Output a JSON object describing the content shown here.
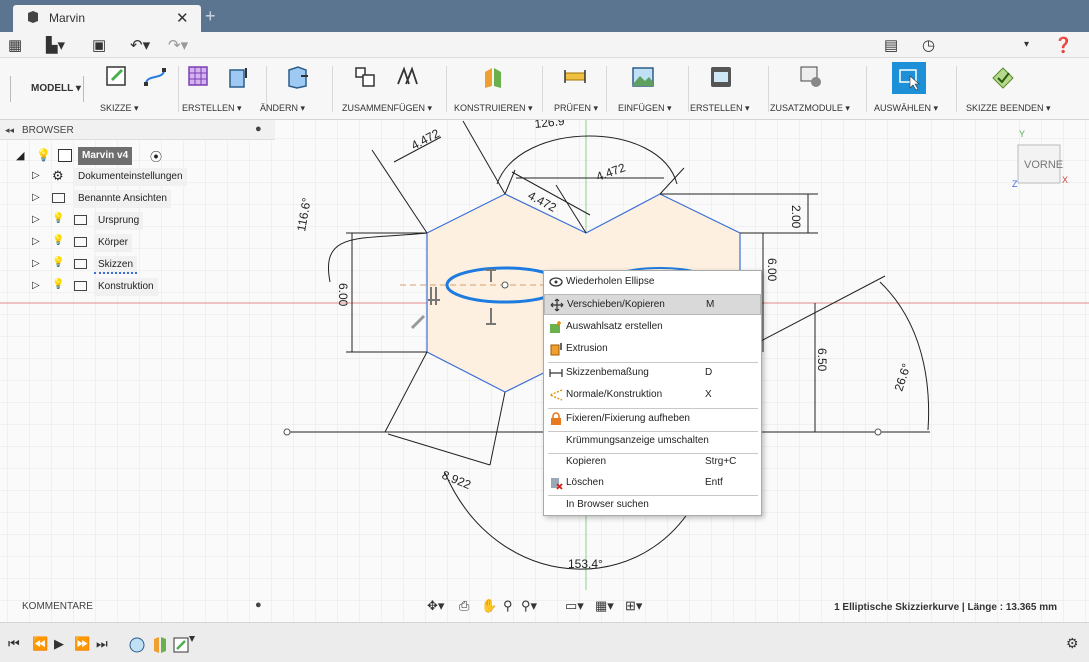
{
  "window": {
    "tab_title": "Marvin",
    "tab_close": "✕",
    "tab_add": "+"
  },
  "ribbon": {
    "workspace": "MODELL ▾",
    "groups": [
      "SKIZZE ▾",
      "ERSTELLEN ▾",
      "ÄNDERN ▾",
      "ZUSAMMENFÜGEN ▾",
      "KONSTRUIEREN ▾",
      "PRÜFEN ▾",
      "EINFÜGEN ▾",
      "ERSTELLEN ▾",
      "ZUSATZMODULE ▾",
      "AUSWÄHLEN ▾",
      "SKIZZE BEENDEN ▾"
    ]
  },
  "browser": {
    "title": "BROWSER",
    "root": "Marvin v4",
    "items": [
      "Dokumenteinstellungen",
      "Benannte Ansichten",
      "Ursprung",
      "Körper",
      "Skizzen",
      "Konstruktion"
    ]
  },
  "context_menu": {
    "items": [
      {
        "label": "Wiederholen Ellipse",
        "shortcut": ""
      },
      {
        "label": "Verschieben/Kopieren",
        "shortcut": "M"
      },
      {
        "label": "Auswahlsatz erstellen",
        "shortcut": ""
      },
      {
        "label": "Extrusion",
        "shortcut": ""
      },
      {
        "label": "Skizzenbemaßung",
        "shortcut": "D"
      },
      {
        "label": "Normale/Konstruktion",
        "shortcut": "X"
      },
      {
        "label": "Fixieren/Fixierung aufheben",
        "shortcut": ""
      },
      {
        "label": "Krümmungsanzeige umschalten",
        "shortcut": ""
      },
      {
        "label": "Kopieren",
        "shortcut": "Strg+C"
      },
      {
        "label": "Löschen",
        "shortcut": "Entf"
      },
      {
        "label": "In Browser suchen",
        "shortcut": ""
      }
    ]
  },
  "dimensions": {
    "d1": "4.472",
    "d2": "126.9",
    "d3": "4.472",
    "d4": "4.472",
    "d5": "116.6°",
    "d6": "2.00",
    "d7": "6.00",
    "d8": "6.00",
    "d9": "6.50",
    "d10": "26.6°",
    "d11": "8.922",
    "d12": "153.4°"
  },
  "viewcube": {
    "label": "VORNE",
    "axis_y": "Y",
    "axis_x": "X",
    "axis_z": "Z"
  },
  "comments": {
    "title": "KOMMENTARE"
  },
  "status": {
    "text": "1 Elliptische Skizzierkurve | Länge : 13.365 mm"
  },
  "colors": {
    "titlebar": "#5b7591",
    "sketch_fill": "#fdf0e1",
    "sketch_line": "#3a6fd8",
    "select_blue": "#1e7be0",
    "highlight": "#d9d9d9"
  }
}
